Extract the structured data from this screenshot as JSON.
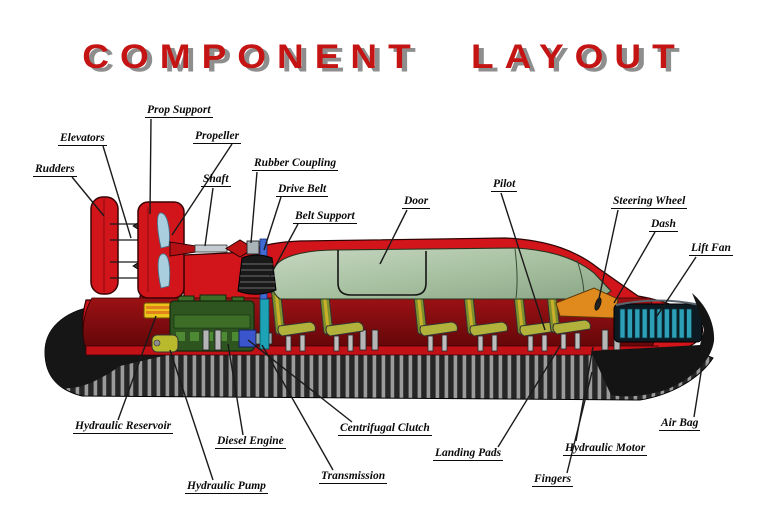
{
  "title": {
    "text": "COMPONENT LAYOUT",
    "color": "#c41414",
    "shadow_color": "#8e8e8e"
  },
  "diagram": {
    "subject": "Hovercraft cutaway side-view component diagram",
    "labels": [
      {
        "id": "rudders",
        "text": "Rudders"
      },
      {
        "id": "elevators",
        "text": "Elevators"
      },
      {
        "id": "prop-support",
        "text": "Prop Support"
      },
      {
        "id": "propeller",
        "text": "Propeller"
      },
      {
        "id": "shaft",
        "text": "Shaft"
      },
      {
        "id": "rubber-coupling",
        "text": "Rubber Coupling"
      },
      {
        "id": "drive-belt",
        "text": "Drive Belt"
      },
      {
        "id": "belt-support",
        "text": "Belt Support"
      },
      {
        "id": "door",
        "text": "Door"
      },
      {
        "id": "pilot",
        "text": "Pilot"
      },
      {
        "id": "steering-wheel",
        "text": "Steering Wheel"
      },
      {
        "id": "dash",
        "text": "Dash"
      },
      {
        "id": "lift-fan",
        "text": "Lift Fan"
      },
      {
        "id": "hydraulic-reservoir",
        "text": "Hydraulic Reservoir"
      },
      {
        "id": "diesel-engine",
        "text": "Diesel Engine"
      },
      {
        "id": "hydraulic-pump",
        "text": "Hydraulic Pump"
      },
      {
        "id": "centrifugal-clutch",
        "text": "Centrifugal Clutch"
      },
      {
        "id": "transmission",
        "text": "Transmission"
      },
      {
        "id": "landing-pads",
        "text": "Landing Pads"
      },
      {
        "id": "fingers",
        "text": "Fingers"
      },
      {
        "id": "hydraulic-motor",
        "text": "Hydraulic Motor"
      },
      {
        "id": "air-bag",
        "text": "Air Bag"
      }
    ],
    "colors": {
      "hull_red": "#d2151a",
      "hull_lower_band": "#7c0d10",
      "window_green": "#a9c2a2",
      "skirt_black": "#161616",
      "skirt_stripe_gray": "#9b9b9b",
      "engine_green": "#2e541f",
      "reservoir_yellow": "#ecc51b",
      "pump_yellow": "#b9b92e",
      "clutch_blue": "#3b55cc",
      "belt_blue": "#3f6ad4",
      "lift_fan_teal": "#2d9fb6",
      "dash_orange": "#e08a1e",
      "seat_olive": "#a8a93a",
      "propeller_blue": "#a9cede",
      "label_black": "#0a0a0a"
    }
  }
}
